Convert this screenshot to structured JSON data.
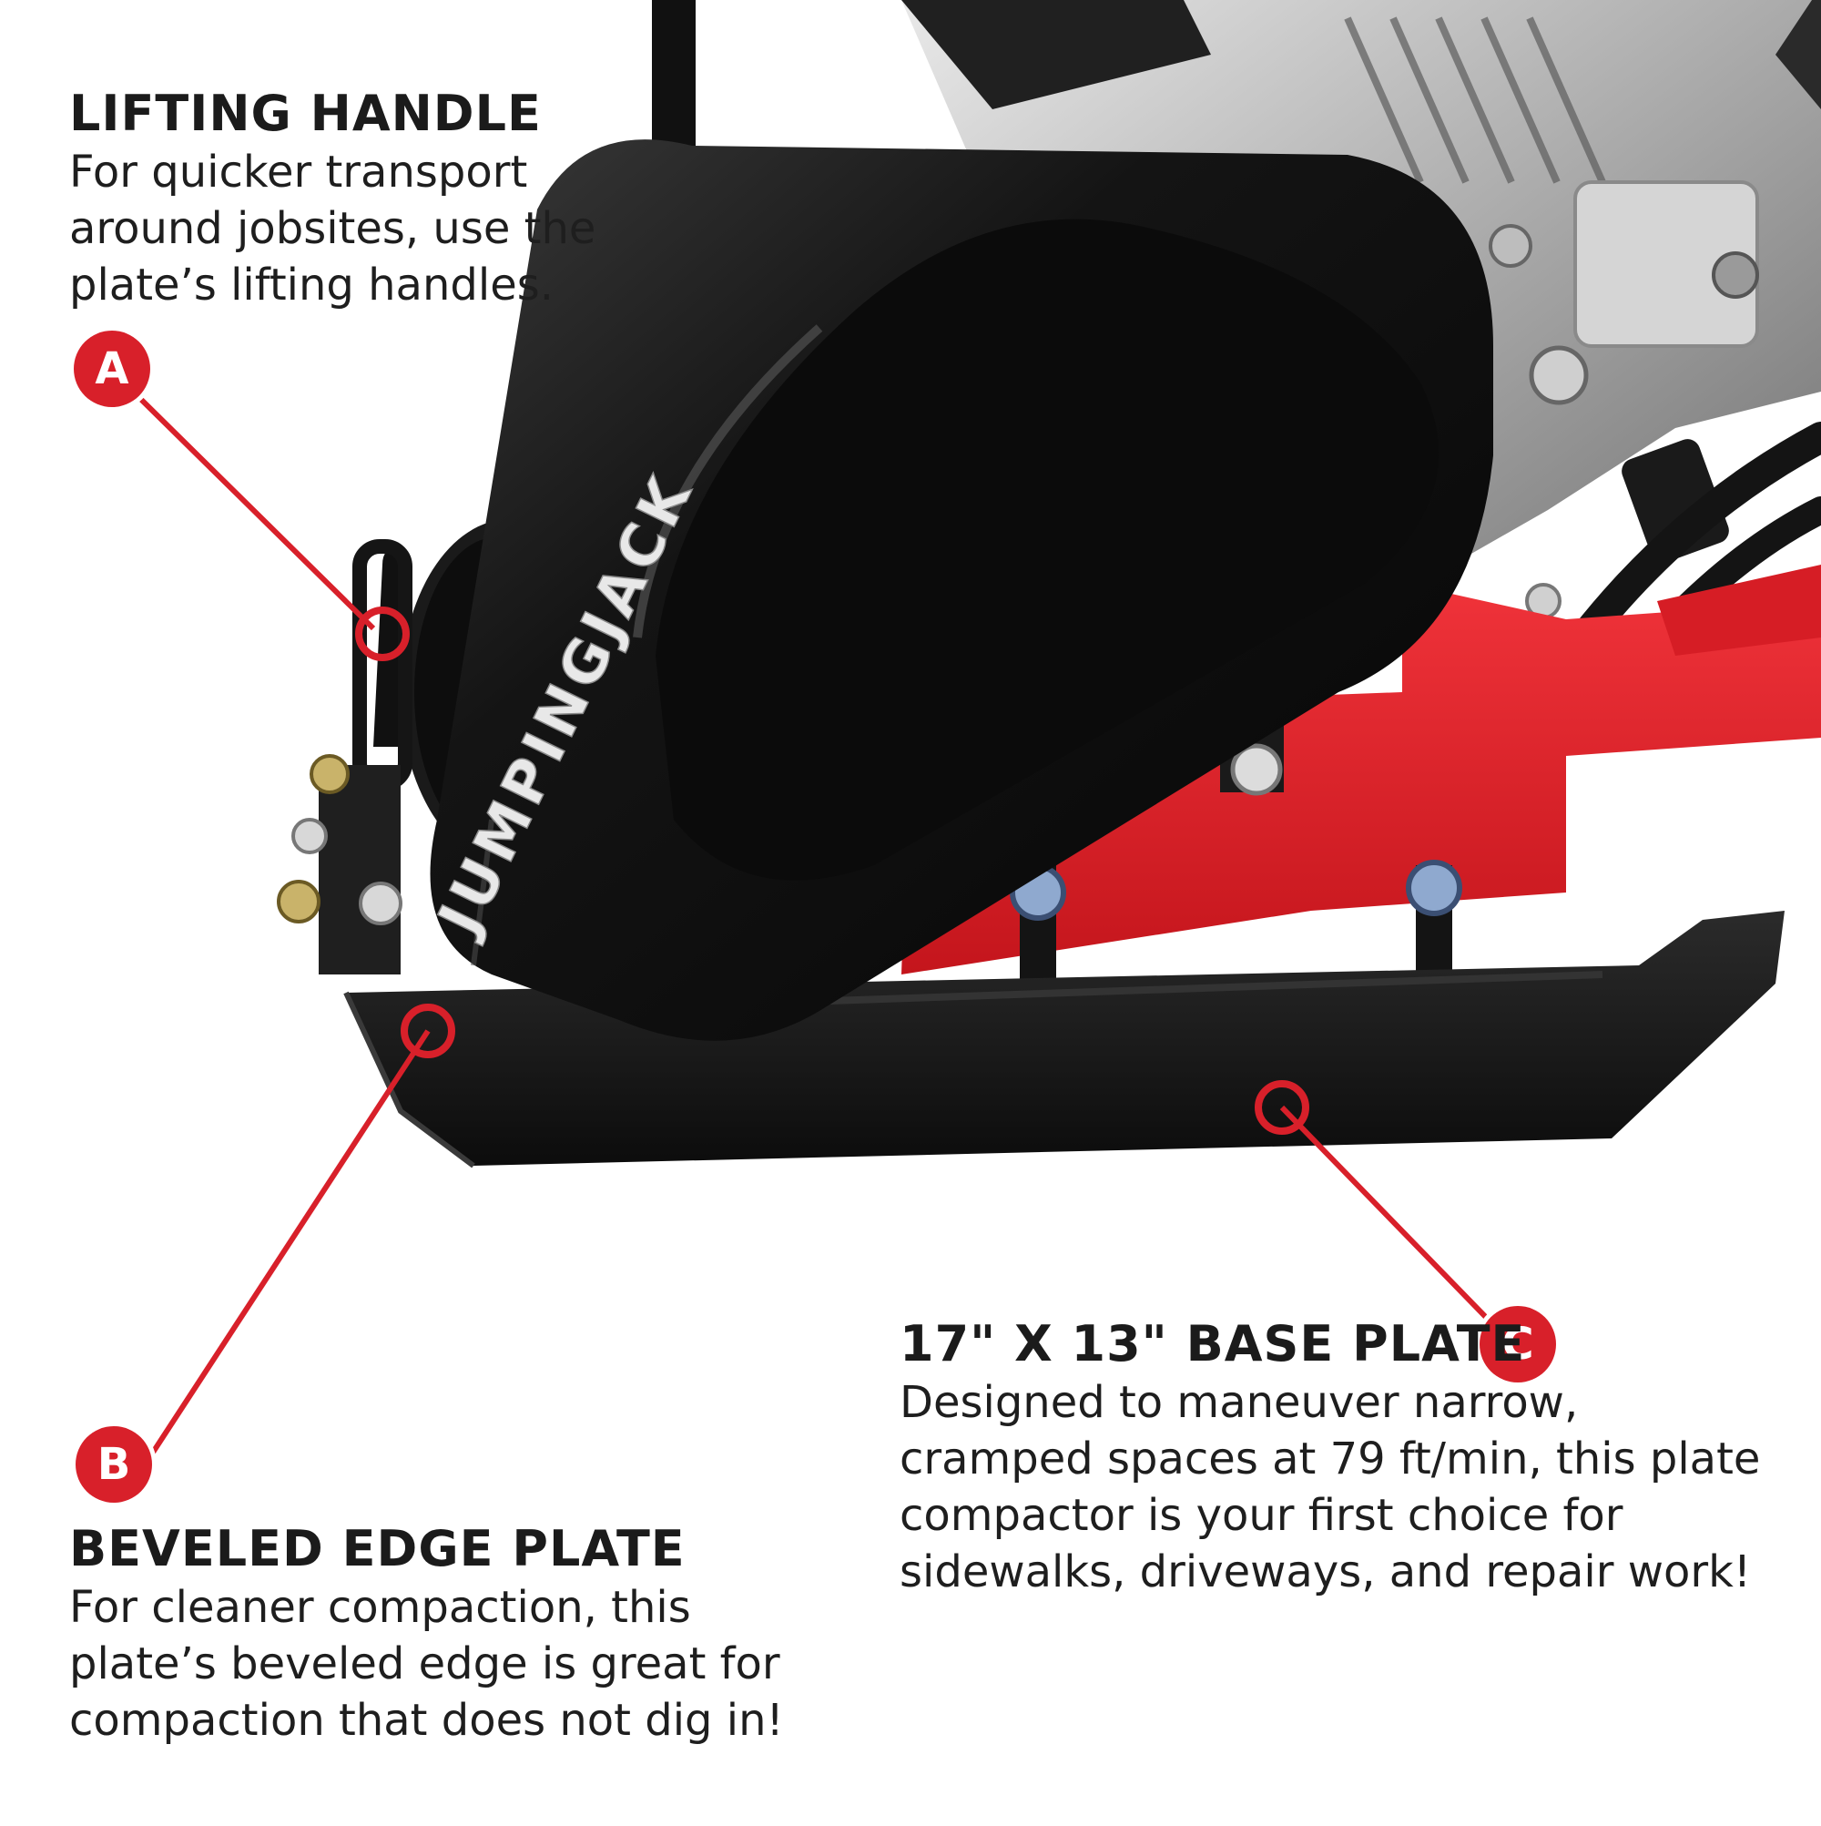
{
  "colors": {
    "accent": "#d8202a",
    "plate_black": "#1a1a1a",
    "frame_red": "#e3222b",
    "text": "#1b1b1b"
  },
  "product": {
    "brand_mark": "JUMPINGJACK"
  },
  "callouts": {
    "a": {
      "badge": "A",
      "title": "LIFTING HANDLE",
      "lines": [
        "For quicker transport",
        "around jobsites, use the",
        "plate’s lifting handles."
      ]
    },
    "b": {
      "badge": "B",
      "title": "BEVELED EDGE PLATE",
      "lines": [
        "For cleaner compaction, this",
        "plate’s beveled edge is great for",
        "compaction that does not dig in!"
      ]
    },
    "c": {
      "badge": "C",
      "title": "17\" X 13\" BASE PLATE",
      "lines": [
        "Designed to maneuver narrow,",
        "cramped spaces at 79 ft/min, this plate",
        "compactor is your first choice for",
        "sidewalks, driveways, and repair work!"
      ]
    }
  }
}
